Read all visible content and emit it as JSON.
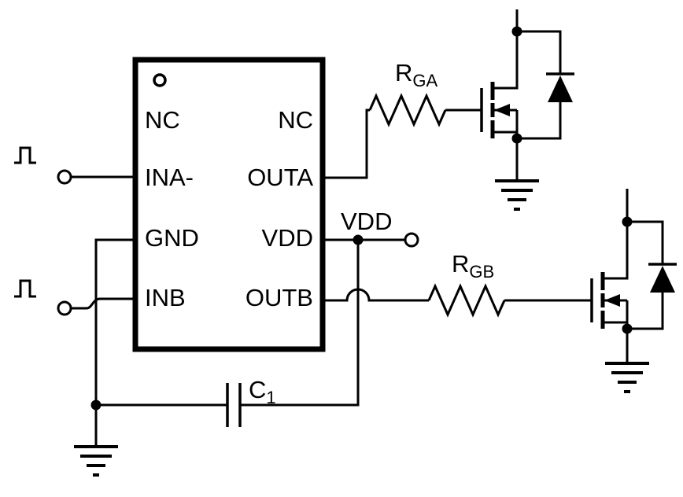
{
  "schematic": {
    "kind": "dual-channel gate driver circuit",
    "ic": {
      "left_pins": [
        "NC",
        "INA-",
        "GND",
        "INB"
      ],
      "right_pins": [
        "NC",
        "OUTA",
        "VDD",
        "OUTB"
      ]
    },
    "components": {
      "rga": {
        "base": "R",
        "sub": "GA"
      },
      "rgb": {
        "base": "R",
        "sub": "GB"
      },
      "c1": {
        "base": "C",
        "sub": "1"
      },
      "vdd_label": "VDD"
    },
    "colors": {
      "ink": "#000000",
      "background": "#ffffff"
    }
  }
}
